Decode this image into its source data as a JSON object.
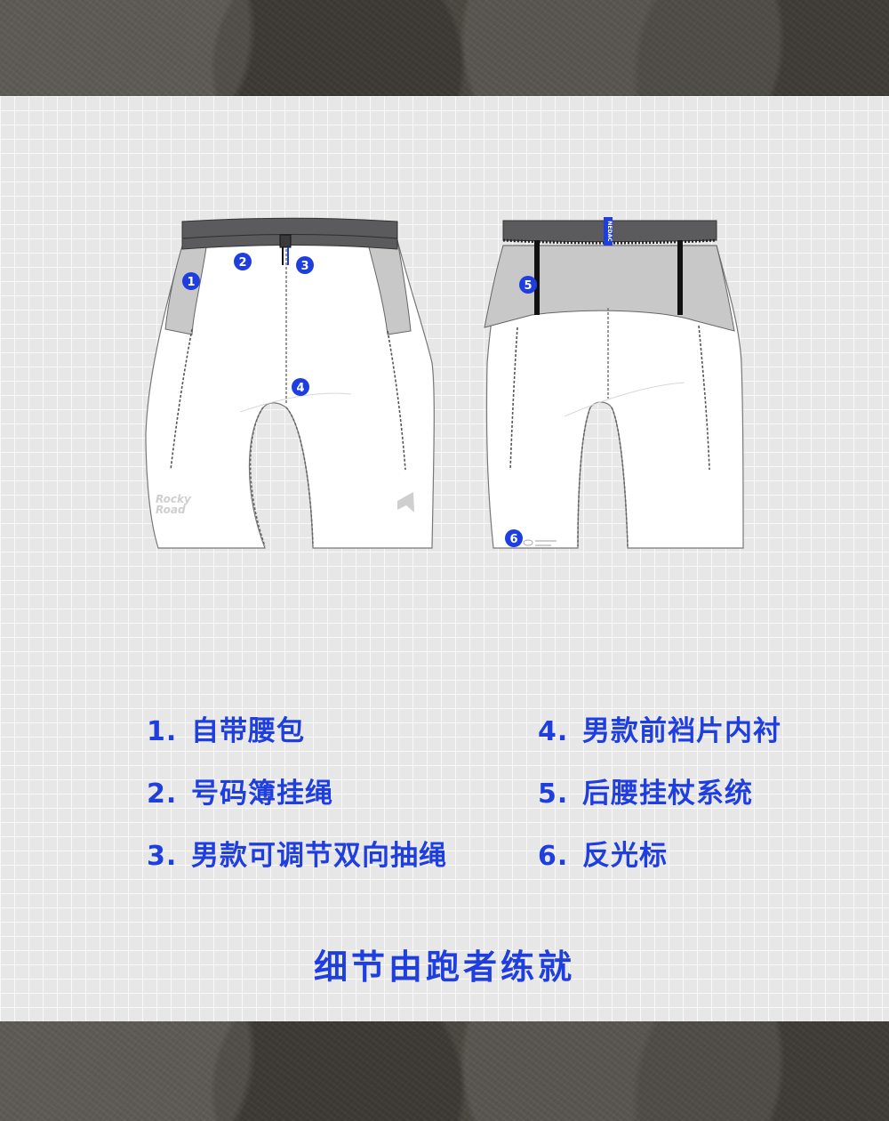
{
  "markers": [
    "1",
    "2",
    "3",
    "4",
    "5",
    "6"
  ],
  "waist_tag": "NEDAC",
  "brand_logo": {
    "line1": "Rocky",
    "line2": "Road"
  },
  "features": [
    {
      "num": "1.",
      "text": "自带腰包"
    },
    {
      "num": "2.",
      "text": "号码簿挂绳"
    },
    {
      "num": "3.",
      "text": "男款可调节双向抽绳"
    },
    {
      "num": "4.",
      "text": "男款前裆片内衬"
    },
    {
      "num": "5.",
      "text": "后腰挂杖系统"
    },
    {
      "num": "6.",
      "text": "反光标"
    }
  ],
  "tagline": "细节由跑者练就",
  "colors": {
    "accent": "#1f3ee0",
    "waistband": "#5b5b5d",
    "side_panel": "#c8c8c8",
    "garment": "#ffffff",
    "background": "#e7e7e8"
  }
}
